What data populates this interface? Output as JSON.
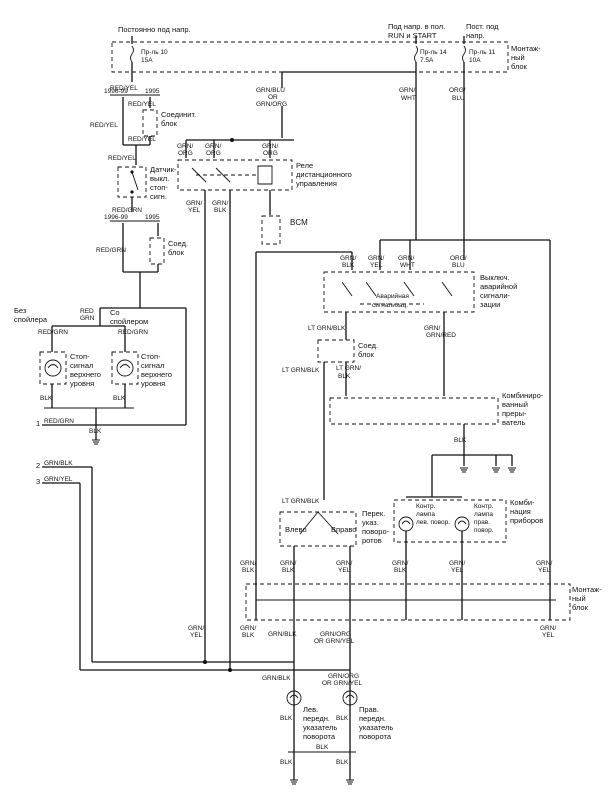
{
  "top": {
    "always_hot": "Постоянно под напр.",
    "run_start_1": "Под напр. в пол.",
    "run_start_2": "RUN и START",
    "const_1": "Пост. под",
    "const_2": "напр.",
    "fuse_block_1": "Монтаж-",
    "fuse_block_2": "ный",
    "fuse_block_3": "блок",
    "fuse10_1": "Пр-ль 10",
    "fuse10_2": "15A",
    "fuse14_1": "Пр-ль 14",
    "fuse14_2": "7.5A",
    "fuse11_1": "Пр-ль 11",
    "fuse11_2": "10A"
  },
  "left": {
    "redyel": "RED/YEL",
    "y9699": "1996-99",
    "y1995": "1995",
    "conn1_1": "Соединит.",
    "conn1_2": "блок",
    "switch_1": "Датчик-",
    "switch_2": "выкл.",
    "switch_3": "стоп-",
    "switch_4": "сигн.",
    "redgrn": "RED/GRN",
    "conn2_1": "Соед.",
    "conn2_2": "блок",
    "no_spoiler": "Без",
    "no_spoiler_2": "спойлера",
    "with_spoiler": "Со",
    "with_spoiler_2": "спойлером",
    "lamp_1": "Стоп-",
    "lamp_2": "сигнал",
    "lamp_3": "верхнего",
    "lamp_4": "уровня",
    "blk": "BLK",
    "red": "RED",
    "grn": "GRN",
    "row1": "1",
    "row2": "2",
    "row3": "3",
    "redgrn_out": "RED/GRN",
    "grnblk_out": "GRN/BLK",
    "grnyel_out": "GRN/YEL"
  },
  "relay": {
    "label_1": "Реле",
    "label_2": "дистанционного",
    "label_3": "управления",
    "bcm": "BCM",
    "grnblu": "GRN/BLU",
    "or": "OR",
    "grnorg": "GRN/ORG",
    "grn": "GRN/",
    "org": "ORG",
    "yel": "YEL",
    "blk": "BLK"
  },
  "hazard": {
    "label_1": "Выключ.",
    "label_2": "аварийной",
    "label_3": "сигнали-",
    "label_4": "зации",
    "inner_1": "Аварийная",
    "inner_2": "сигнализац.",
    "grnblk": "GRN/BLK",
    "grnyel": "GRN/YEL",
    "grnwht": "GRN/WHT",
    "orgblu": "ORG/BLU",
    "grnred": "GRN/RED",
    "ltgrnblk": "LT GRN/BLK",
    "conn_1": "Соед.",
    "conn_2": "блок"
  },
  "flasher": {
    "label_1": "Комбиниро-",
    "label_2": "ванный",
    "label_3": "преры-",
    "label_4": "ватель",
    "blk": "BLK"
  },
  "cluster": {
    "label_1": "Комби-",
    "label_2": "нация",
    "label_3": "приборов",
    "left_1": "Контр.",
    "left_2": "лампа",
    "left_3": "лев. повор.",
    "right_1": "Контр.",
    "right_2": "лампа",
    "right_3": "прав.",
    "right_4": "повор."
  },
  "turn_switch": {
    "label_1": "Перек.",
    "label_2": "указ.",
    "label_3": "поворо-",
    "label_4": "ротов",
    "left": "Влево",
    "right": "Вправо"
  },
  "bottom": {
    "fuse_block_1": "Монтаж-",
    "fuse_block_2": "ный",
    "fuse_block_3": "блок",
    "grnblk": "GRN/BLK",
    "grnyel": "GRN/YEL",
    "grnorg": "GRN/ORG",
    "or": "OR",
    "grnyel2": "GRN/YEL",
    "blk": "BLK",
    "lamp_l_1": "Лев.",
    "lamp_l_2": "передн.",
    "lamp_l_3": "указатель",
    "lamp_l_4": "поворота",
    "lamp_r_1": "Прав.",
    "lamp_r_2": "передн.",
    "lamp_r_3": "указатель",
    "lamp_r_4": "поворота"
  }
}
